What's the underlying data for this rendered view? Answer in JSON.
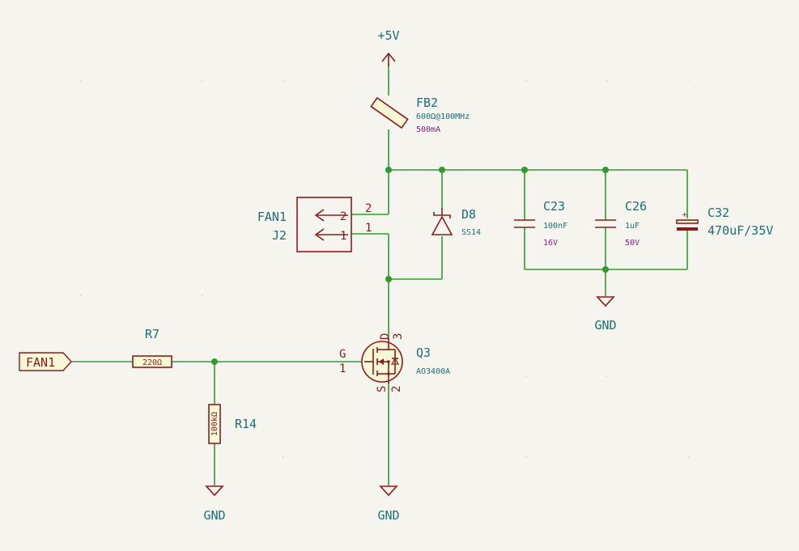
{
  "power": {
    "vcc": "+5V",
    "gnd_fan": "GND",
    "gnd_q3": "GND",
    "gnd_r14": "GND",
    "gnd_caps": "GND"
  },
  "components": {
    "fb2": {
      "ref": "FB2",
      "value": "600Ω@100MHz",
      "rating": "500mA"
    },
    "d8": {
      "ref": "D8",
      "value": "SS14"
    },
    "c23": {
      "ref": "C23",
      "value": "100nF",
      "rating": "16V"
    },
    "c26": {
      "ref": "C26",
      "value": "1uF",
      "rating": "50V"
    },
    "c32": {
      "ref": "C32",
      "value": "470uF/35V",
      "polarity": "+"
    },
    "j2": {
      "name": "FAN1",
      "ref": "J2",
      "pin2": "2",
      "pin1": "1",
      "pin2_ext": "2",
      "pin1_ext": "1"
    },
    "q3": {
      "ref": "Q3",
      "value": "AO3400A",
      "gate_label": "G",
      "gate_pin": "1",
      "drain_label": "D",
      "drain_pin": "3",
      "source_label": "S",
      "source_pin": "2"
    },
    "r7": {
      "ref": "R7",
      "value": "220Ω"
    },
    "r14": {
      "ref": "R14",
      "value": "100kΩ"
    }
  },
  "net_labels": {
    "fan_input": "FAN1"
  },
  "colors": {
    "wire": "#2e9b2e",
    "component": "#8c1c1c",
    "text": "#1b6e74",
    "rating_text": "#7a1e7a",
    "background": "#f5f4ef"
  }
}
